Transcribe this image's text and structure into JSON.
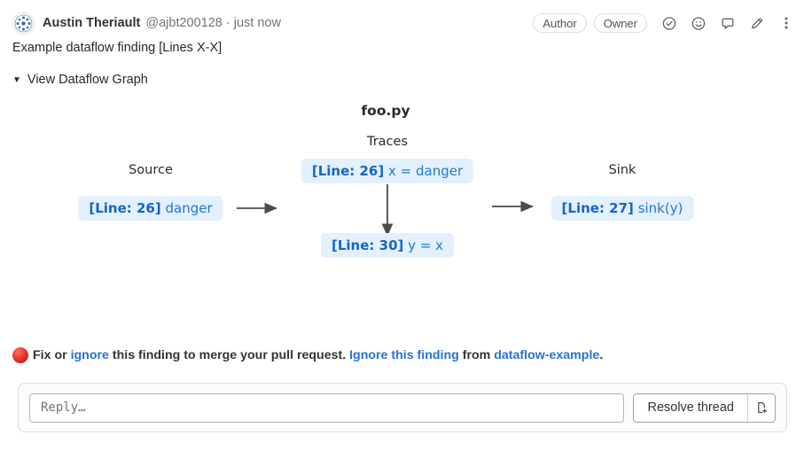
{
  "header": {
    "author_name": "Austin Theriault",
    "author_meta": "@ajbt200128 · just now",
    "badges": [
      {
        "label": "Author"
      },
      {
        "label": "Owner"
      }
    ],
    "icons": [
      "resolve-check-icon",
      "emoji-reaction-icon",
      "comment-icon",
      "edit-pencil-icon",
      "more-options-icon"
    ]
  },
  "comment": {
    "body": "Example dataflow finding [Lines X-X]",
    "toggle_icon": "▼",
    "toggle_label": "View Dataflow Graph"
  },
  "graph": {
    "title": "foo.py",
    "labels": {
      "source": "Source",
      "traces": "Traces",
      "sink": "Sink"
    },
    "nodes": {
      "source": {
        "line": "[Line: 26]",
        "code": "danger"
      },
      "trace1": {
        "line": "[Line: 26]",
        "code": "x = danger"
      },
      "trace2": {
        "line": "[Line: 30]",
        "code": "y = x"
      },
      "sink": {
        "line": "[Line: 27]",
        "code": "sink(y)"
      }
    },
    "colors": {
      "node_bg": "#e3f0fd",
      "line_text": "#1765c1",
      "code_text": "#2079d2",
      "arrow": "#4b4b4b"
    }
  },
  "finding": {
    "status_icon": "red-circle",
    "status_color": "#d32f2f",
    "prefix": "Fix or ",
    "link_ignore": "ignore",
    "middle": " this finding to merge your pull request. ",
    "link_ignore_finding": "Ignore this finding",
    "from_word": " from ",
    "link_repo": "dataflow-example",
    "period": ".",
    "link_color": "#2572d6"
  },
  "reply": {
    "placeholder": "Reply…",
    "resolve_button": "Resolve thread",
    "issue_button_icon": "create-issue-from-thread-icon"
  }
}
